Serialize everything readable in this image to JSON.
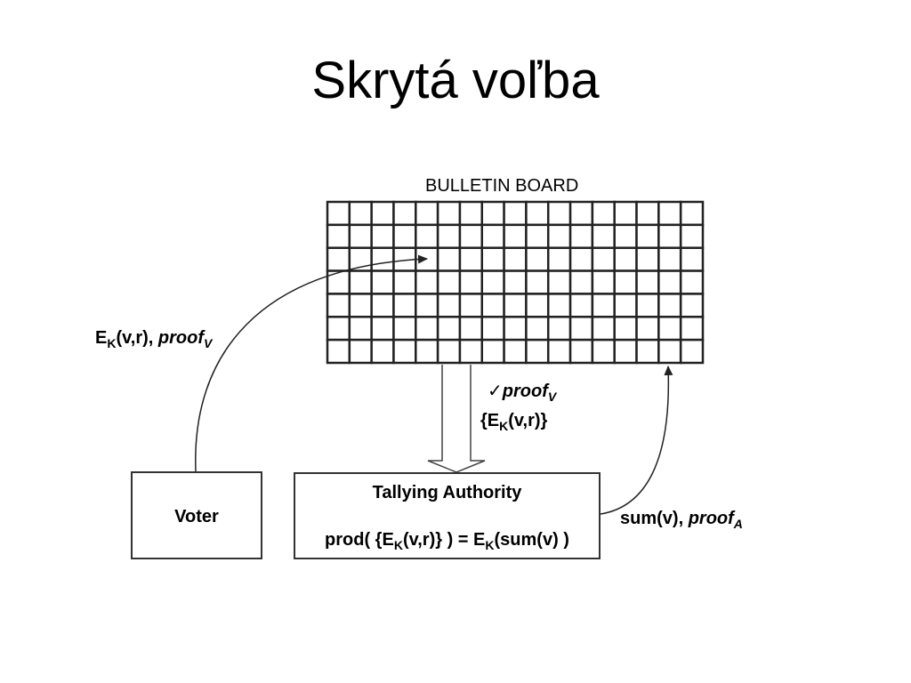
{
  "title": "Skrytá voľba",
  "board": {
    "caption": "BULLETIN BOARD",
    "columns": 17,
    "rows": 7
  },
  "voter": {
    "label": "Voter",
    "arrow_label": {
      "main": "E",
      "sub1": "K",
      "mid": "(v,r), ",
      "proof": "proof",
      "sub2": "V"
    }
  },
  "tally": {
    "label": "Tallying Authority",
    "formula": {
      "a": "prod( {E",
      "sub1": "K",
      "b": "(v,r)} ) = E",
      "sub2": "K",
      "c": "(sum(v) )"
    },
    "down_label": {
      "check": "✓",
      "proof": "proof",
      "proof_sub": "V",
      "set_a": "{E",
      "set_sub": "K",
      "set_b": "(v,r)}"
    },
    "result_label": {
      "main": "sum(v), ",
      "proof": "proof",
      "sub": "A"
    }
  }
}
